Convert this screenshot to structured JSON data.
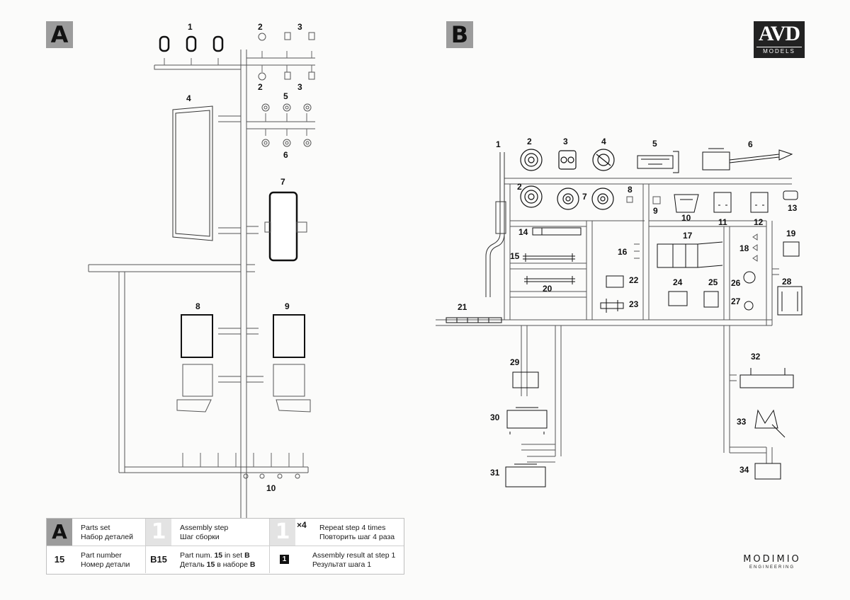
{
  "sets": {
    "a_label": "A",
    "b_label": "B"
  },
  "logos": {
    "avd_main": "AVD",
    "avd_sub": "MODELS",
    "modimio_main": "MODIMIO",
    "modimio_sub": "ENGINEERING"
  },
  "sprue_a": {
    "part_numbers": [
      "1",
      "2",
      "3",
      "2",
      "3",
      "5",
      "6",
      "4",
      "7",
      "8",
      "9",
      "10"
    ]
  },
  "sprue_b": {
    "part_numbers": [
      "1",
      "2",
      "3",
      "4",
      "5",
      "6",
      "2",
      "7",
      "8",
      "9",
      "10",
      "11",
      "12",
      "13",
      "14",
      "15",
      "16",
      "17",
      "18",
      "19",
      "20",
      "21",
      "22",
      "23",
      "24",
      "25",
      "26",
      "27",
      "28",
      "29",
      "30",
      "31",
      "32",
      "33",
      "34"
    ]
  },
  "legend": {
    "parts_set": {
      "key": "A",
      "en": "Parts set",
      "ru": "Набор деталей"
    },
    "assembly_step": {
      "key": "1",
      "en": "Assembly step",
      "ru": "Шаг сборки"
    },
    "repeat_step": {
      "key": "1",
      "mult": "×4",
      "en": "Repeat step 4 times",
      "ru": "Повторить шаг 4 раза"
    },
    "part_number": {
      "key": "15",
      "en": "Part number",
      "ru": "Номер детали"
    },
    "part_in_set": {
      "key": "B15",
      "en_pre": "Part num. ",
      "en_num": "15",
      "en_mid": " in set ",
      "en_set": "B",
      "ru_pre": "Деталь ",
      "ru_num": "15",
      "ru_mid": " в наборе ",
      "ru_set": "B"
    },
    "assembly_result": {
      "key": "1",
      "en": "Assembly result at step 1",
      "ru": "Результат шага 1"
    }
  }
}
